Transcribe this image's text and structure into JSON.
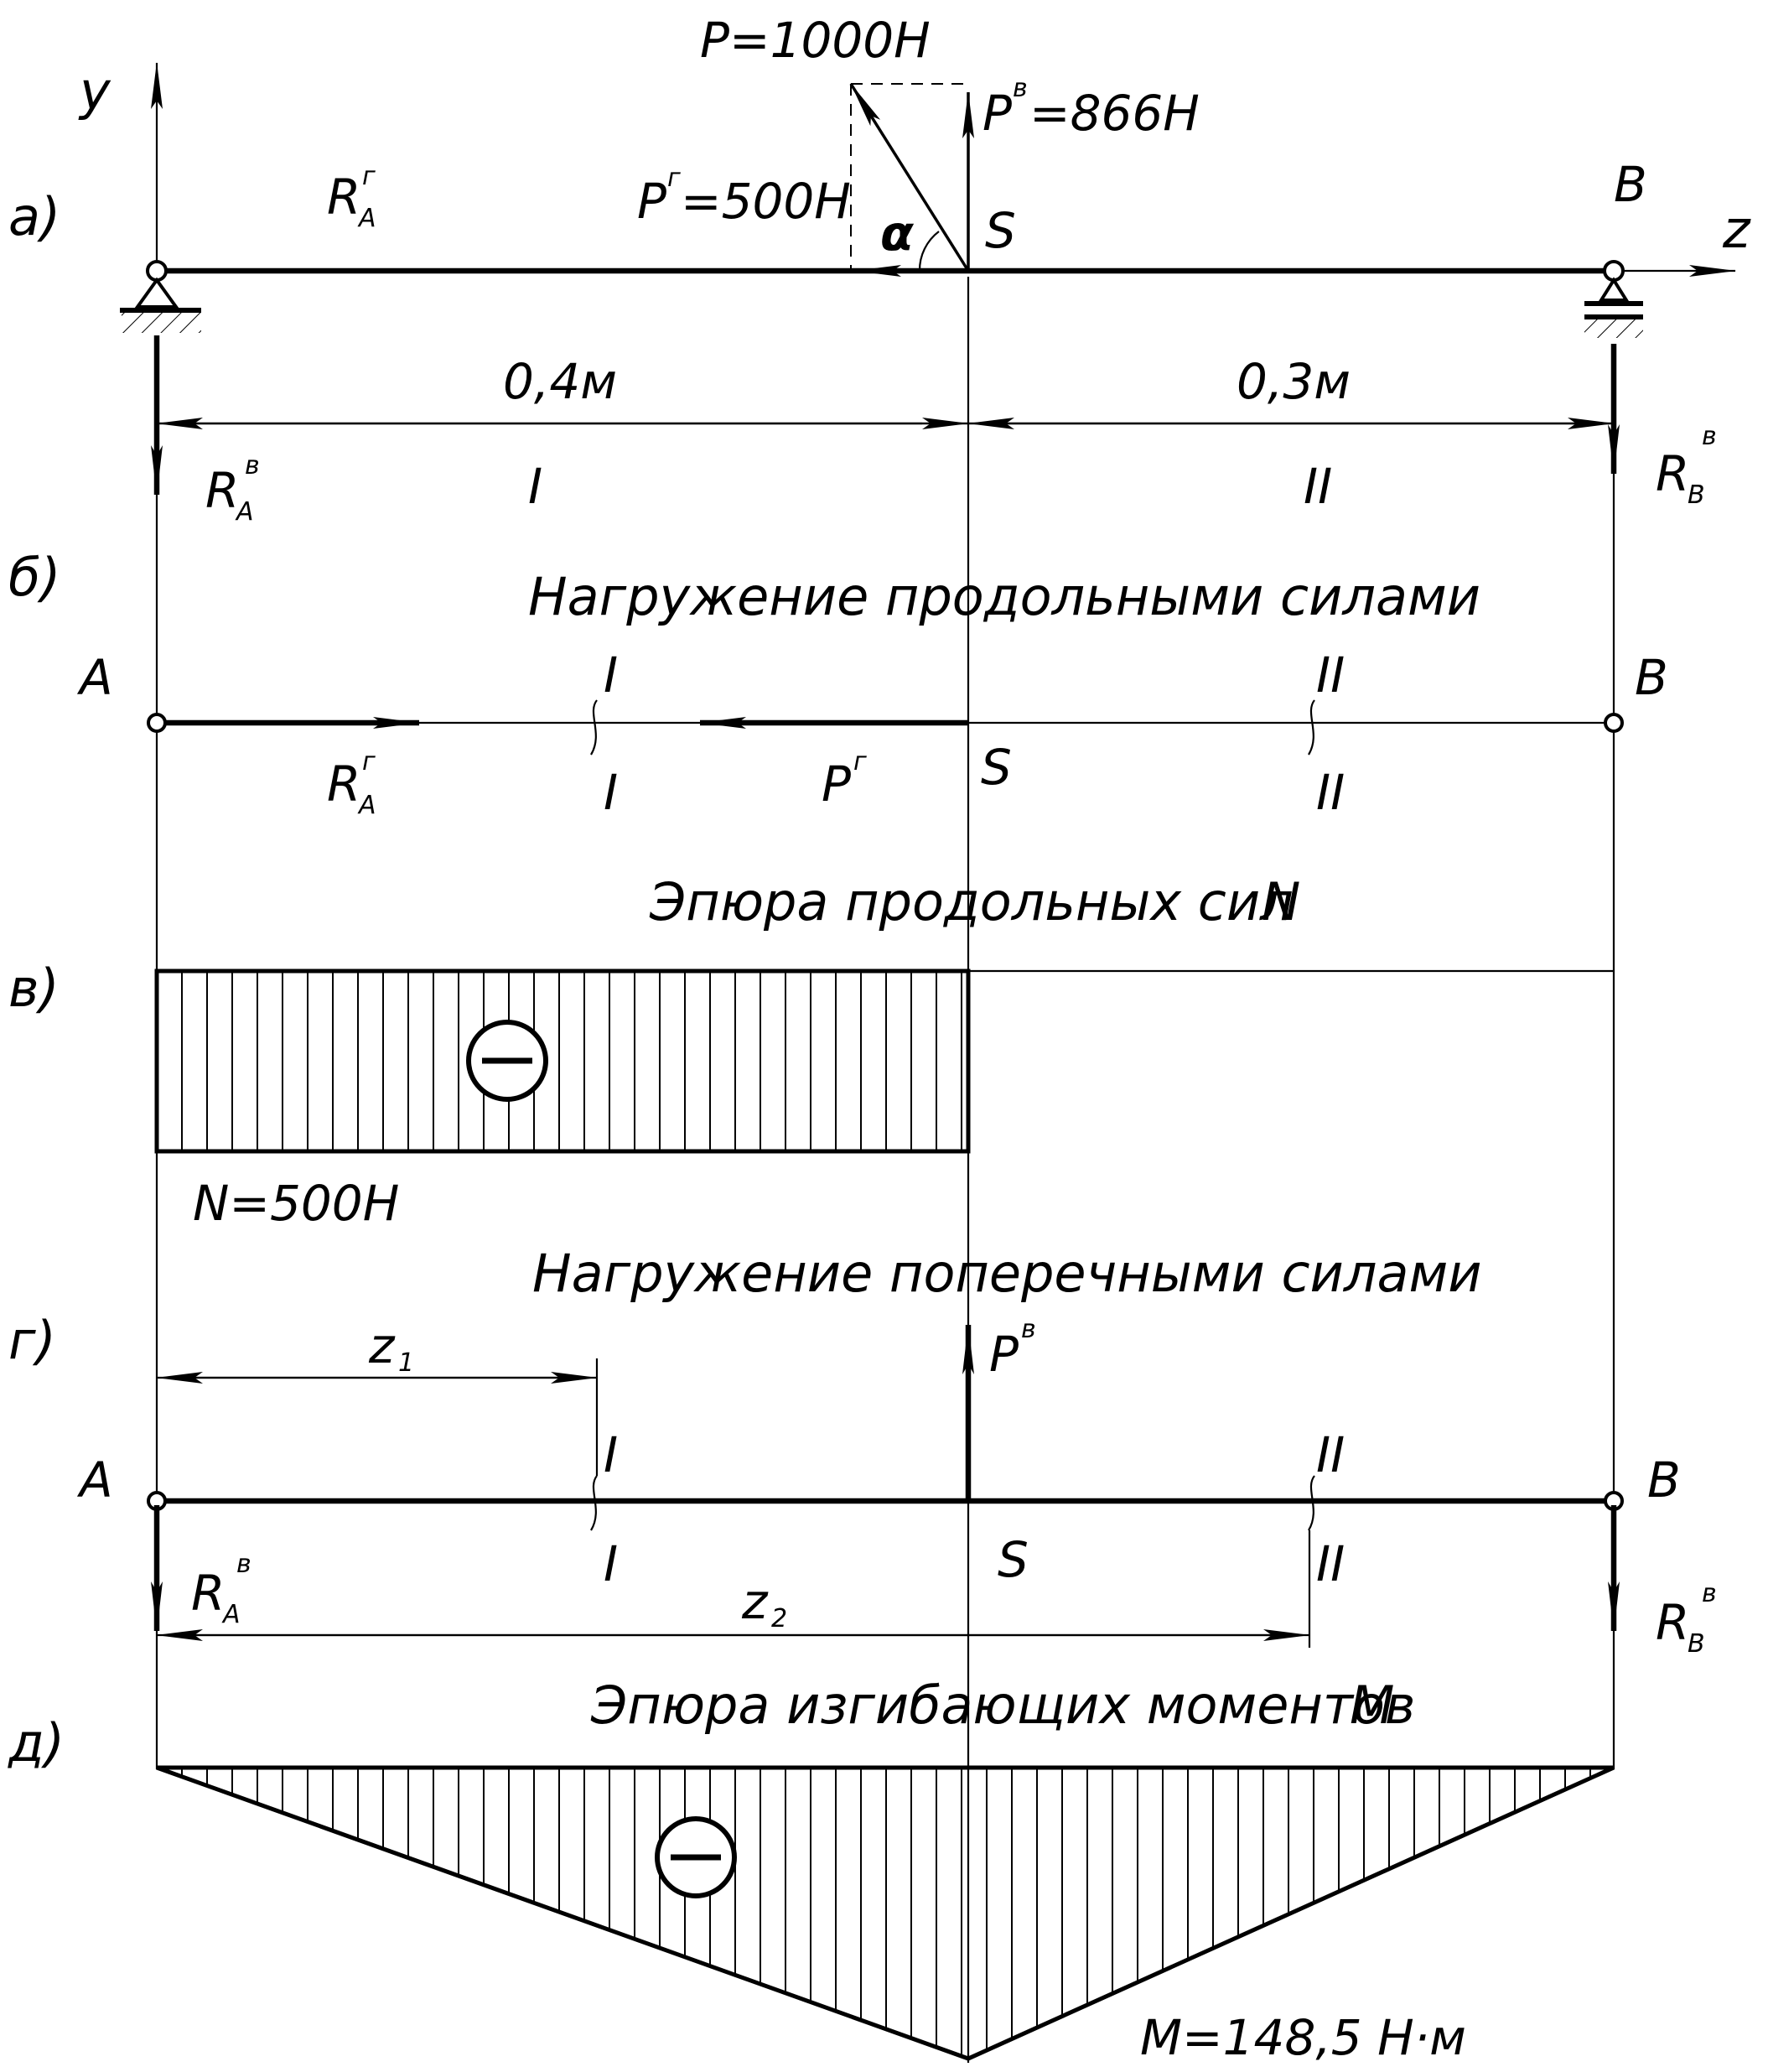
{
  "labels": {
    "axis_y": "y",
    "axis_z": "z",
    "part_a": "а)",
    "part_b": "б)",
    "part_v": "в)",
    "part_g": "г)",
    "part_d": "д)",
    "force_p": "P=1000H",
    "force_pv": "P",
    "force_pv_sup": "в",
    "force_pv_val": "=866H",
    "force_pg": "P",
    "force_pg_sup": "г",
    "force_pg_val": "=500H",
    "alpha": "α",
    "point_s": "S",
    "point_a": "A",
    "point_b": "B",
    "react_ra": "R",
    "react_ra_sub": "A",
    "react_rb": "R",
    "react_rb_sub": "B",
    "sup_g": "г",
    "sup_v": "в",
    "dim_left": "0,4м",
    "dim_right": "0,3м",
    "sect_1": "I",
    "sect_2": "II",
    "title_long_load": "Нагружение продольными силами",
    "title_long_diag": "Эпюра продольных сил",
    "title_long_diag_sym": "N",
    "value_n": "N=500H",
    "title_trans_load": "Нагружение поперечными силами",
    "z1": "z",
    "z1_sub": "1",
    "z2": "z",
    "z2_sub": "2",
    "title_moment_diag": "Эпюра изгибающих моментов",
    "title_moment_diag_sym": "M",
    "value_m": "M=148,5 Н·м"
  },
  "chart_data": {
    "type": "diagram",
    "beam_segments_m": [
      0.4,
      0.3
    ],
    "force_P_N": 1000,
    "force_Pv_N": 866,
    "force_Pg_N": 500,
    "N_diagram": {
      "segment_I_N": -500,
      "segment_II_N": 0
    },
    "M_diagram": {
      "at_A": 0,
      "at_S_Nm": -148.5,
      "at_B": 0
    }
  }
}
